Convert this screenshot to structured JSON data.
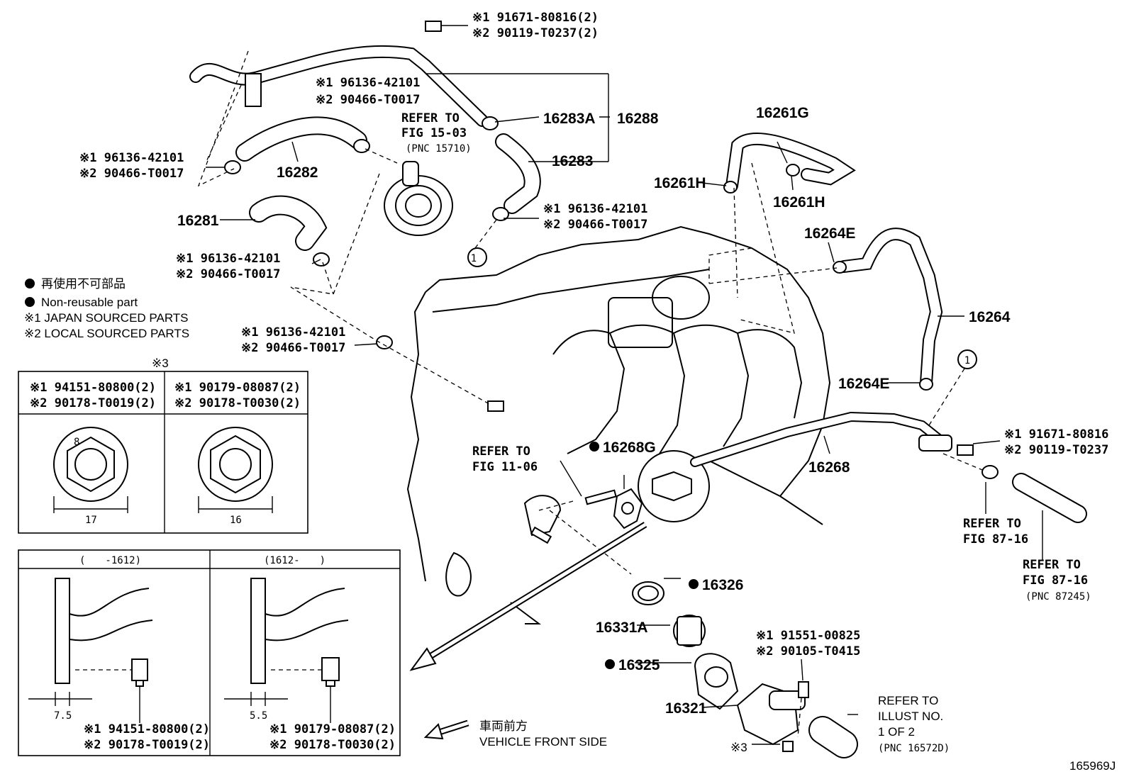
{
  "parts": {
    "p16288": "16288",
    "p16283A": "16283A",
    "p16283": "16283",
    "p16282": "16282",
    "p16281": "16281",
    "p16261G": "16261G",
    "p16261H_a": "16261H",
    "p16261H_b": "16261H",
    "p16264E_a": "16264E",
    "p16264": "16264",
    "p16264E_b": "16264E",
    "p16268G": "16268G",
    "p16268": "16268",
    "p16326": "16326",
    "p16331A": "16331A",
    "p16325": "16325",
    "p16321": "16321"
  },
  "notes": {
    "bolt_top_1": "※1 91671-80816(2)",
    "bolt_top_2": "※2 90119-T0237(2)",
    "clamp_a_1": "※1 96136-42101",
    "clamp_a_2": "※2 90466-T0017",
    "clamp_b_1": "※1 96136-42101",
    "clamp_b_2": "※2 90466-T0017",
    "clamp_c_1": "※1 96136-42101",
    "clamp_c_2": "※2 90466-T0017",
    "clamp_d_1": "※1 96136-42101",
    "clamp_d_2": "※2 90466-T0017",
    "clamp_e_1": "※1 96136-42101",
    "clamp_e_2": "※2 90466-T0017",
    "bolt_right_1": "※1 91671-80816",
    "bolt_right_2": "※2 90119-T0237",
    "bolt_16321_1": "※1 91551-00825",
    "bolt_16321_2": "※2 90105-T0415",
    "note3_small": "※3",
    "circle_1a": "1",
    "circle_1b": "1"
  },
  "refs": {
    "fig1503_l1": "REFER TO",
    "fig1503_l2": "FIG 15-03",
    "fig1503_l3": "(PNC 15710)",
    "fig1106_l1": "REFER TO",
    "fig1106_l2": "FIG 11-06",
    "fig8716a_l1": "REFER TO",
    "fig8716a_l2": "FIG 87-16",
    "fig8716b_l1": "REFER TO",
    "fig8716b_l2": "FIG 87-16",
    "fig8716b_l3": "(PNC 87245)",
    "illust_l1": "REFER TO",
    "illust_l2": "ILLUST NO.",
    "illust_l3": "1 OF 2",
    "illust_l4": "(PNC 16572D)"
  },
  "legend": {
    "non_reusable_jp": "再使用不可部品",
    "non_reusable_en": "Non-reusable part",
    "japan": "※1 JAPAN SOURCED PARTS",
    "local": "※2 LOCAL SOURCED PARTS"
  },
  "box3": {
    "title": "※3",
    "left_1": "※1 94151-80800(2)",
    "left_2": "※2 90178-T0019(2)",
    "right_1": "※1 90179-08087(2)",
    "right_2": "※2 90178-T0030(2)",
    "dim_left": "17",
    "dim_right": "16",
    "size_8": "8"
  },
  "box_dates": {
    "left_title": "(　　-1612)",
    "right_title": "(1612-　　)",
    "dim_left": "7.5",
    "dim_right": "5.5",
    "left_1": "※1 94151-80800(2)",
    "left_2": "※2 90178-T0019(2)",
    "right_1": "※1 90179-08087(2)",
    "right_2": "※2 90178-T0030(2)"
  },
  "front": {
    "jp": "車両前方",
    "en": "VEHICLE FRONT SIDE"
  },
  "drawing_id": "165969J"
}
